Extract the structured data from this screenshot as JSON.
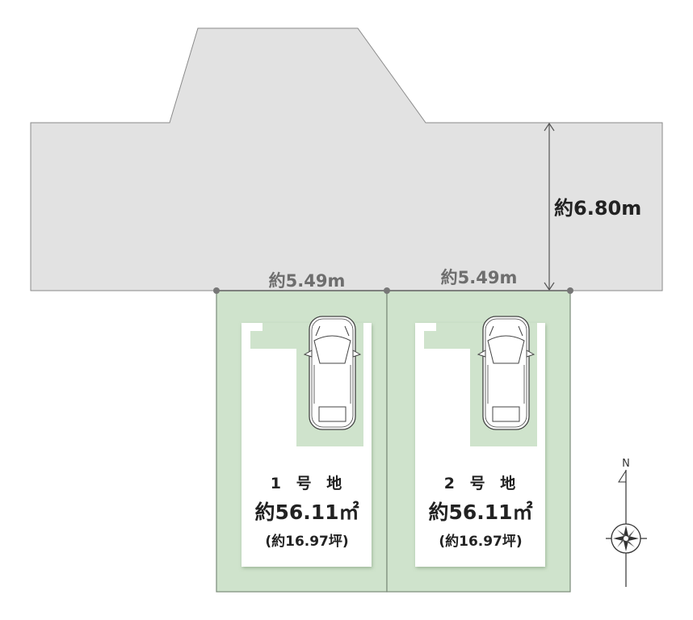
{
  "road": {
    "depth_label": "約6.80m"
  },
  "frontage": [
    {
      "label": "約5.49m"
    },
    {
      "label": "約5.49m"
    }
  ],
  "lots": [
    {
      "name": "1 号 地",
      "area_sqm": "約56.11㎡",
      "area_tsubo": "(約16.97坪)"
    },
    {
      "name": "2 号 地",
      "area_sqm": "約56.11㎡",
      "area_tsubo": "(約16.97坪)"
    }
  ],
  "compass": {
    "north_label": "N"
  },
  "colors": {
    "road": "#e2e2e2",
    "lot": "#cfe3cc",
    "building": "#ffffff",
    "line": "#777777"
  }
}
